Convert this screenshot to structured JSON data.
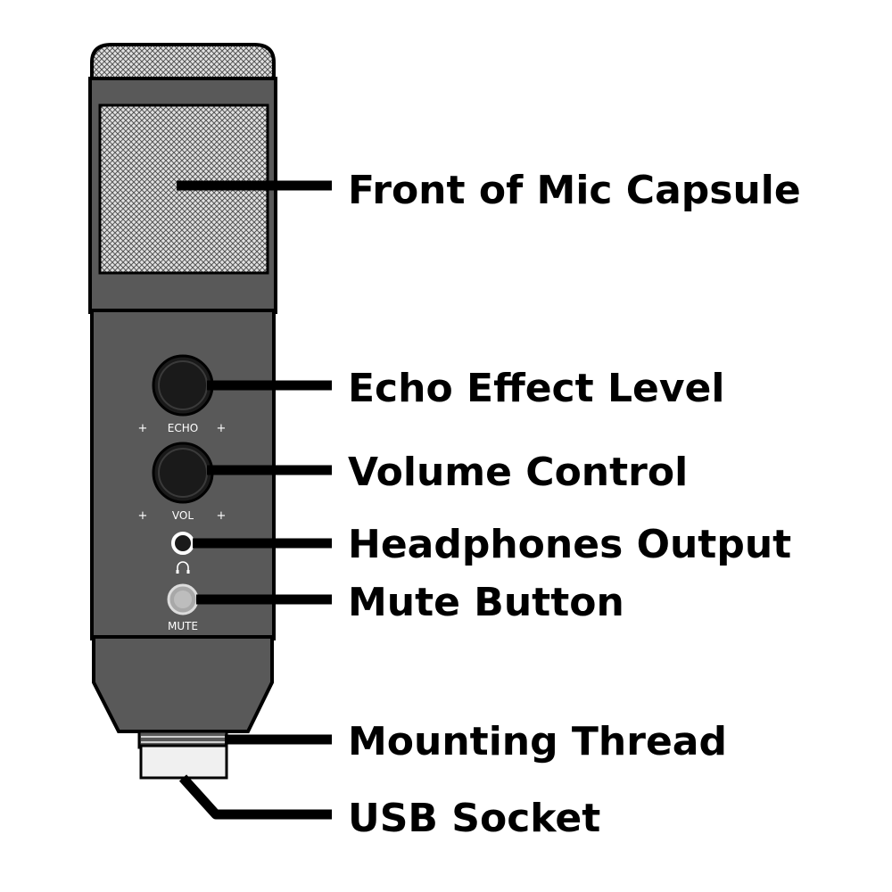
{
  "colors": {
    "body": "#595959",
    "outline": "#000000",
    "grille": "#d6d6d6",
    "knob": "#1a1a1a",
    "thread": "#f0f0f0",
    "leader": "#000000",
    "panel_text": "#ffffff"
  },
  "panel": {
    "echo_label": "ECHO",
    "vol_label": "VOL",
    "mute_label": "MUTE",
    "plus": "+",
    "headphone_glyph": "headphones-icon"
  },
  "callouts": [
    {
      "id": "front-of-mic-capsule",
      "label": "Front of Mic Capsule"
    },
    {
      "id": "echo-effect-level",
      "label": "Echo Effect Level"
    },
    {
      "id": "volume-control",
      "label": "Volume Control"
    },
    {
      "id": "headphones-output",
      "label": "Headphones Output"
    },
    {
      "id": "mute-button",
      "label": "Mute Button"
    },
    {
      "id": "mounting-thread",
      "label": "Mounting Thread"
    },
    {
      "id": "usb-socket",
      "label": "USB Socket"
    }
  ]
}
